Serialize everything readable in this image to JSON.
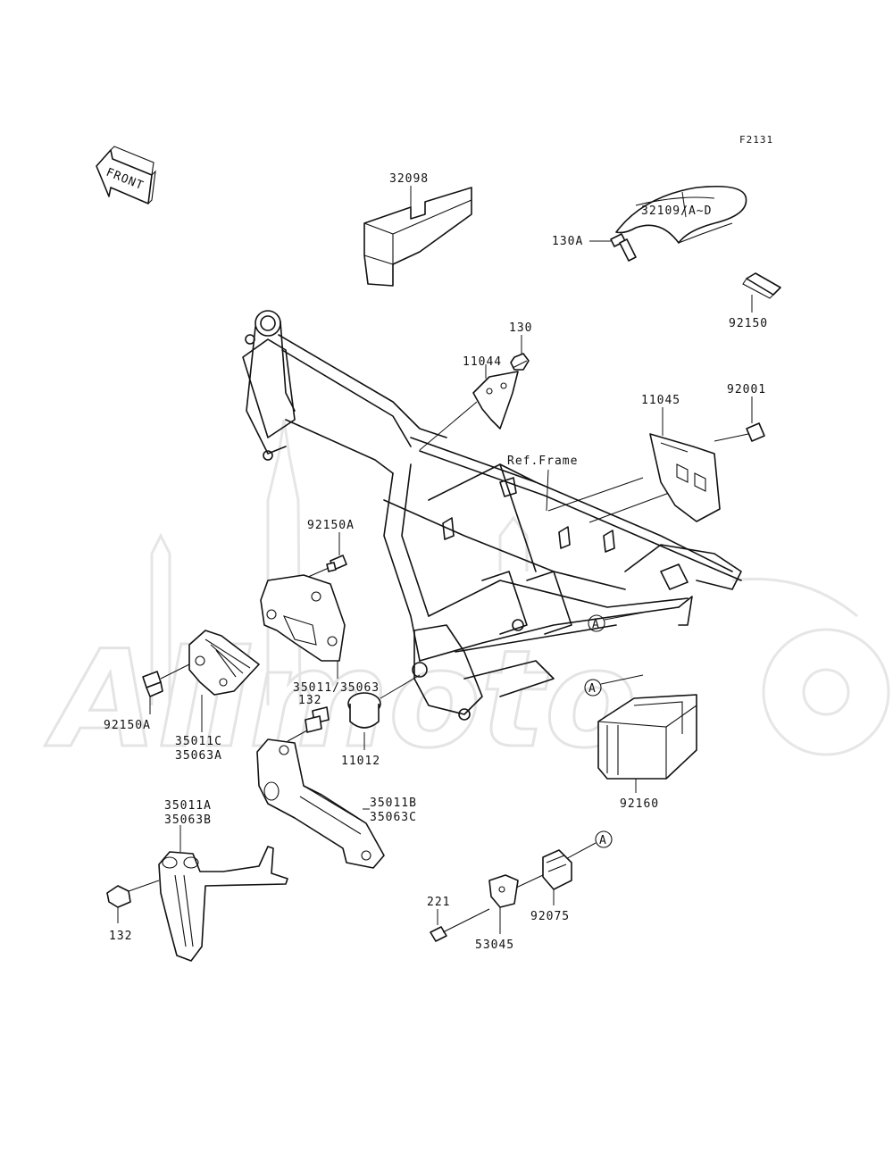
{
  "figure_id": "F2131",
  "front_label": "FRONT",
  "ref_label": "Ref.Frame",
  "watermark": "Allmoto",
  "circle_ref": "A",
  "labels": {
    "p32098": "32098",
    "p32109": "32109/A~D",
    "p130A": "130A",
    "p92150": "92150",
    "p130": "130",
    "p11044": "11044",
    "p92001": "92001",
    "p11045": "11045",
    "p92150A_top": "92150A",
    "p92150A_left": "92150A",
    "p35011_35063": "35011/35063",
    "p132_mid": "132",
    "p35011C": "35011C",
    "p35063A": "35063A",
    "p11012": "11012",
    "p92160": "92160",
    "p35011A": "35011A",
    "p35063B": "35063B",
    "p35011B": "35011B",
    "p35063C": "35063C",
    "p132_low": "132",
    "p221": "221",
    "p92075": "92075",
    "p53045": "53045"
  }
}
